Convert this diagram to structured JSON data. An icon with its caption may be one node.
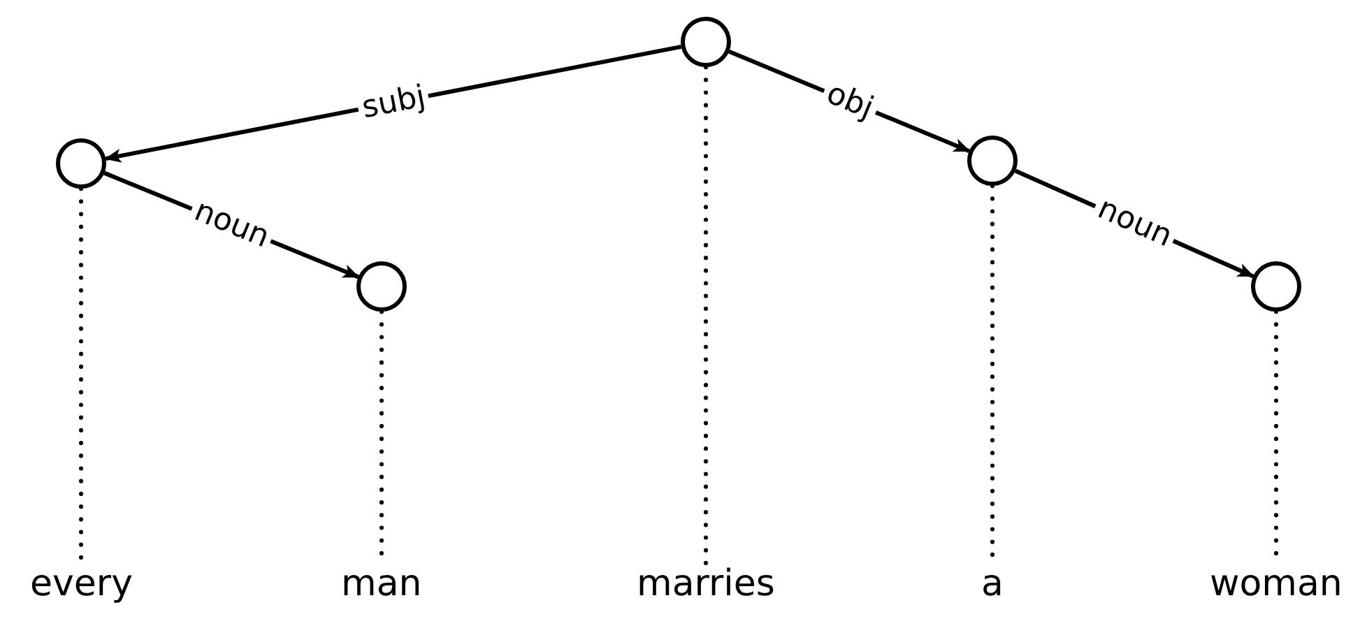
{
  "diagram": {
    "nodes": [
      {
        "text": [],
        "shape": "circle"
      },
      {
        "text": [],
        "shape": "circle"
      },
      {
        "text": [],
        "shape": "circle"
      },
      {
        "text": [],
        "shape": "circle"
      },
      {
        "text": [],
        "shape": "circle"
      },
      {
        "text": [
          "every"
        ]
      },
      {
        "text": [
          "man"
        ]
      },
      {
        "text": [
          "marries"
        ]
      },
      {
        "text": [
          "a"
        ]
      },
      {
        "text": [
          "woman"
        ]
      }
    ],
    "edges": [
      {
        "from": 2,
        "to": 0,
        "arrow": "to",
        "label": "subj"
      },
      {
        "from": 0,
        "to": 1,
        "arrow": "to",
        "label": "noun"
      },
      {
        "from": 2,
        "to": 3,
        "arrow": "to",
        "label": "obj"
      },
      {
        "from": 3,
        "to": 4,
        "arrow": "to",
        "label": "noun"
      },
      {
        "from": 0,
        "to": 5,
        "arrow": "none",
        "style": "dashed"
      },
      {
        "from": 1,
        "to": 6,
        "arrow": "none",
        "style": "dashed"
      },
      {
        "from": 2,
        "to": 7,
        "arrow": "none",
        "style": "dashed"
      },
      {
        "from": 3,
        "to": 8,
        "arrow": "none",
        "style": "dashed"
      },
      {
        "from": 4,
        "to": 9,
        "arrow": "none",
        "style": "dashed"
      }
    ]
  }
}
